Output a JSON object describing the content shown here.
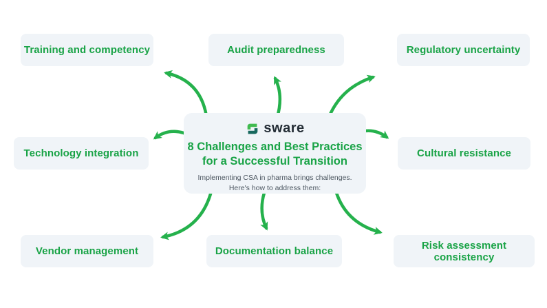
{
  "brand": {
    "logo_text": "sware",
    "logo_icon": "sware-s-mark"
  },
  "center": {
    "title_lines": [
      "8 Challenges and Best Practices",
      "for a Successful Transition"
    ],
    "subtitle_lines": [
      "Implementing CSA in pharma brings challenges.",
      "Here's how to address them:"
    ]
  },
  "challenges": [
    {
      "label": "Training and competency",
      "position": "top-left"
    },
    {
      "label": "Audit preparedness",
      "position": "top-center"
    },
    {
      "label": "Regulatory uncertainty",
      "position": "top-right"
    },
    {
      "label": "Technology integration",
      "position": "middle-left"
    },
    {
      "label": "Cultural resistance",
      "position": "middle-right"
    },
    {
      "label": "Vendor management",
      "position": "bottom-left"
    },
    {
      "label": "Documentation balance",
      "position": "bottom-center"
    },
    {
      "label": "Risk assessment consistency",
      "position": "bottom-right"
    }
  ],
  "colors": {
    "green": "#19a346",
    "arrow-green": "#25b14c",
    "chip-bg": "#f0f4f8",
    "subtitle-gray": "#4d5761",
    "logo-dark": "#242d36",
    "logo-icon-green": "#41bb50",
    "logo-icon-teal": "#17685e"
  }
}
